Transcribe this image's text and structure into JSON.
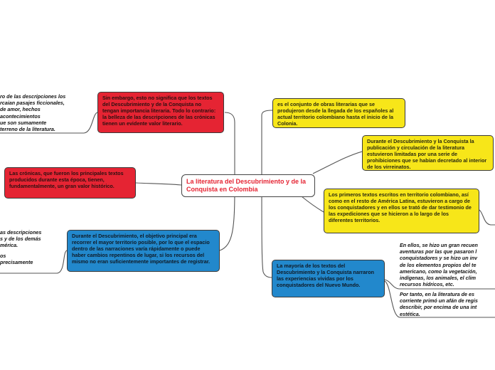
{
  "central": {
    "title": "La literatura del Descubrimiento y de la Conquista en Colombia"
  },
  "nodes": {
    "sin_embargo": "Sin embargo, esto no significa que los textos del Descubrimiento y de la Conquista no tengan importancia literaria. Todo lo contrario: la belleza de las descripciones de las crónicas tienen un evidente valor literario.",
    "cronicas": "Las crónicas, que fueron los principales textos producidos durante esta época, tienen, fundamentalmente, un gran valor histórico.",
    "descubrimiento_objetivo": "Durante el Descubrimiento, el objetivo principal era recorrer el mayor territorio posible, por lo que el espacio dentro de las narraciones varía rápidamente o puede haber cambios repentinos de lugar, si los recursos del mismo no eran suficientemente importantes de registrar.",
    "conjunto": "es el conjunto de obras literarias que se produjeron desde la llegada de los españoles al actual territorio colombiano hasta el inicio de la Colonia.",
    "publicacion": "Durante el Descubrimiento y la Conquista la publicación y circulación de la literatura estuvieron limitadas por una serie de prohibiciones que se habían decretado al interior de los virreinatos.",
    "primeros_textos": "Los primeros textos escritos en territorio colombiano, así como en el resto de América Latina, estuvieron a cargo de los conquistadores y en ellos se trató de dar testimonio de las expediciones que se hicieron a lo largo de los diferentes territorios.",
    "mayoria": "La mayoría de los textos del Descubrimiento y la Conquista narraron las experiencias vividas por los conquistadores del Nuevo Mundo."
  },
  "notes": {
    "left_top": "ro de las descripciones los\nrcaian pasajes ficcionales,\n de amor, hechos\n acontecimientos\nue son sumamente\nterreno de la literatura.",
    "left_mid_1": "as descripciones\ns y de los demás\nmérica.",
    "left_mid_2": "os\nprecisamente",
    "right_1": "En ellos, se hizo un gran recuen\naventuras por las que pasaron l\nconquistadores y se hizo un inv\nde los elementos propios del te\namericano, como la vegetación,\nindígenas, los animales, el clim\nrecursos hídricos, etc.",
    "right_2": "Por tanto, en la literatura de es\ncorriente primó un afán de regis\ndescribir, por encima de una int\nestética."
  },
  "colors": {
    "red": "#e52433",
    "yellow": "#f7e619",
    "blue": "#2288cc",
    "line": "#555555"
  }
}
